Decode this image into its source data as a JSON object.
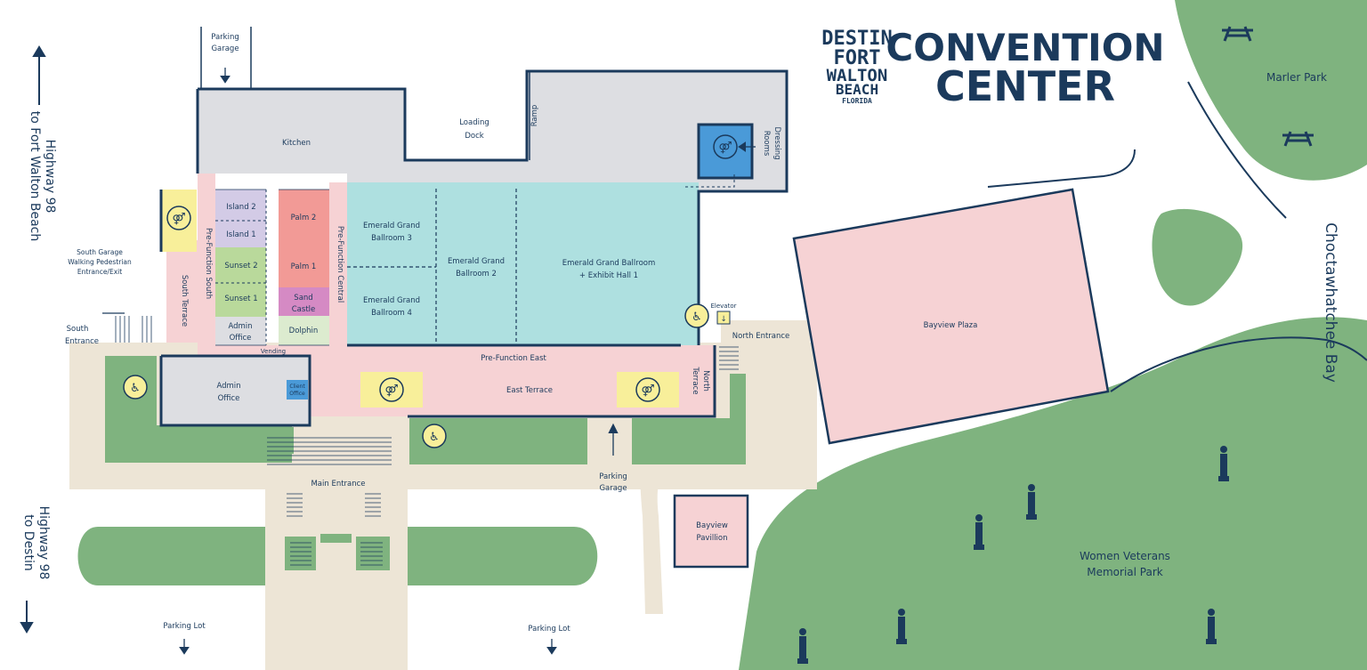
{
  "logo": {
    "line1": "DESTIN",
    "line2": "FORT",
    "line3": "WALTON",
    "line4": "BEACH",
    "line5": "FLORIDA",
    "title1": "CONVENTION",
    "title2": "CENTER"
  },
  "roads": {
    "north": {
      "line1": "Highway 98",
      "line2": "to Fort Walton Beach"
    },
    "south": {
      "line1": "Highway 98",
      "line2": "to Destin"
    }
  },
  "water": {
    "bay": "Choctawhatchee Bay"
  },
  "parks": {
    "marler": "Marler Park",
    "veterans_line1": "Women Veterans",
    "veterans_line2": "Memorial Park"
  },
  "parking": {
    "garage_top_line1": "Parking",
    "garage_top_line2": "Garage",
    "garage_bottom_line1": "Parking",
    "garage_bottom_line2": "Garage",
    "lot_left": "Parking Lot",
    "lot_right": "Parking Lot"
  },
  "rooms": {
    "kitchen": "Kitchen",
    "loading_line1": "Loading",
    "loading_line2": "Dock",
    "ramp": "Ramp",
    "dressing_line1": "Dressing",
    "dressing_line2": "Rooms",
    "island2": "Island 2",
    "island1": "Island 1",
    "sunset2": "Sunset 2",
    "sunset1": "Sunset 1",
    "admin_small_line1": "Admin",
    "admin_small_line2": "Office",
    "palm2": "Palm 2",
    "palm1": "Palm 1",
    "sand_line1": "Sand",
    "sand_line2": "Castle",
    "dolphin": "Dolphin",
    "prefunction_central": "Pre-Function Central",
    "prefunction_south": "Pre-Function South",
    "south_terrace": "South Terrace",
    "emerald3_line1": "Emerald Grand",
    "emerald3_line2": "Ballroom 3",
    "emerald4_line1": "Emerald Grand",
    "emerald4_line2": "Ballroom 4",
    "emerald2_line1": "Emerald Grand",
    "emerald2_line2": "Ballroom 2",
    "emerald1_line1": "Emerald Grand Ballroom",
    "emerald1_line2": "+ Exhibit Hall 1",
    "prefunction_east": "Pre-Function East",
    "east_terrace": "East Terrace",
    "north_terrace_line1": "North",
    "north_terrace_line2": "Terrace",
    "admin_line1": "Admin",
    "admin_line2": "Office",
    "client_line1": "Client",
    "client_line2": "Office",
    "vending": "Vending",
    "elevator": "Elevator"
  },
  "entrances": {
    "south_garage_line1": "South Garage",
    "south_garage_line2": "Walking Pedestrian",
    "south_garage_line3": "Entrance/Exit",
    "south_line1": "South",
    "south_line2": "Entrance",
    "main": "Main Entrance",
    "north": "North Entrance"
  },
  "outdoor": {
    "bayview_plaza": "Bayview Plaza",
    "bayview_pavilion_line1": "Bayview",
    "bayview_pavilion_line2": "Pavillion"
  },
  "colors": {
    "navy": "#1b3a5c",
    "green": "#7fb37f",
    "sidewalk": "#ede5d6",
    "gray": "#dddee2",
    "pink": "#f6d2d4",
    "teal": "#aee0e0",
    "red": "#f29a96",
    "purple": "#d3cbe6",
    "lime": "#b9d99b",
    "yellow": "#f8ef9a",
    "blue": "#4a9ad8",
    "magenta": "#d58ac4",
    "lightgreen": "#dcebcf"
  }
}
